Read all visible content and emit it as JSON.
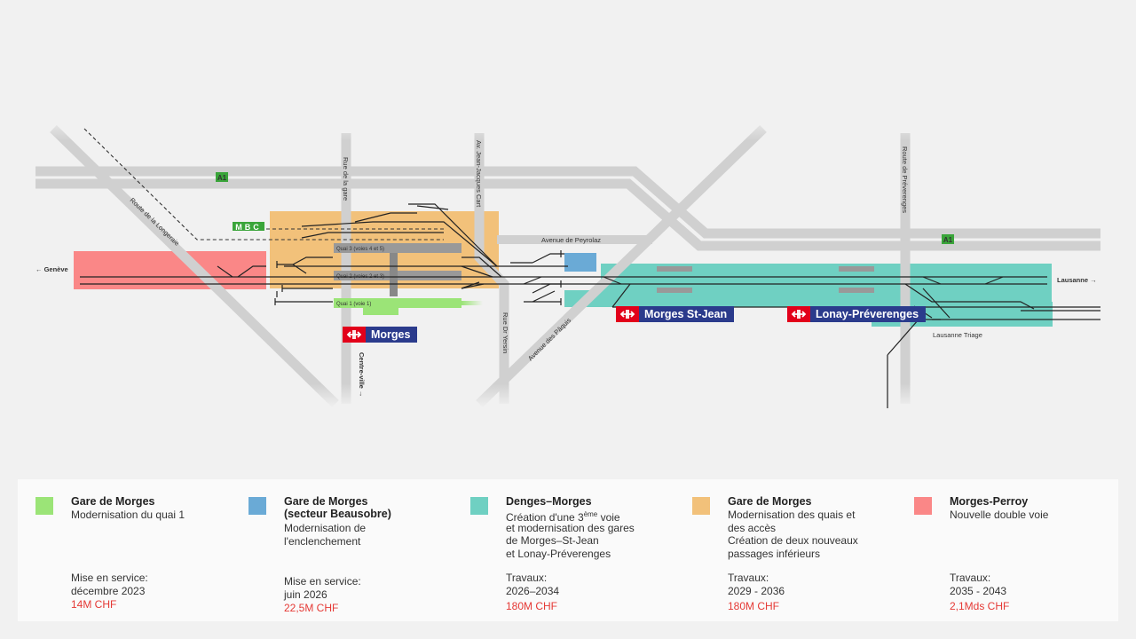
{
  "map": {
    "roads": {
      "a1_left": "A1",
      "a1_right": "A1",
      "rue_de_la_gare": "Rue de la gare",
      "av_jean_jacques_cart": "Av. Jean-Jacques Cart",
      "route_de_preverenges": "Route de Préverenges",
      "route_de_la_longeraie": "Route de la Longeraie",
      "avenue_de_peyrolaz": "Avenue de Peyrolaz",
      "rue_dr_yersin": "Rue Dr Yersin",
      "avenue_des_paquis": "Avenue des Pâquis"
    },
    "directions": {
      "geneve": "← Genève",
      "lausanne": "Lausanne →",
      "centre_ville": "Centre-ville →"
    },
    "mbc_logo": "MBC",
    "platforms": {
      "quai3": "Quai 3 (voies 4 et 5)",
      "quai2": "Quai 2 (voies 2 et 3)",
      "quai1": "Quai 1 (voie 1)"
    },
    "lausanne_triage": "Lausanne Triage",
    "stations": {
      "morges": "Morges",
      "morges_st_jean": "Morges St-Jean",
      "lonay_preverenges": "Lonay-Préverenges"
    }
  },
  "colors": {
    "green": "#9be477",
    "blue": "#6aaad6",
    "teal": "#6fd0c2",
    "orange": "#f2c17a",
    "red": "#fa8787",
    "cost": "#e53935",
    "sbb_red": "#e2001a",
    "sbb_blue": "#2b3b8c"
  },
  "legend": [
    {
      "color": "#9be477",
      "title": "Gare de Morges",
      "desc": "Modernisation du quai 1",
      "status": "Mise en service:\ndécembre 2023",
      "cost": "14M CHF"
    },
    {
      "color": "#6aaad6",
      "title": "Gare de Morges\n(secteur Beausobre)",
      "desc": "Modernisation de\nl'enclenchement",
      "status": "Mise en service:\njuin 2026",
      "cost": "22,5M CHF"
    },
    {
      "color": "#6fd0c2",
      "title": "Denges–Morges",
      "desc_line1_a": "Création d'une 3",
      "desc_line1_sup": "ème",
      "desc_line1_b": " voie",
      "desc_rest": "et modernisation des gares\nde Morges–St-Jean\net Lonay-Préverenges",
      "status": "Travaux:\n2026–2034",
      "cost": "180M CHF"
    },
    {
      "color": "#f2c17a",
      "title": "Gare de Morges",
      "desc": "Modernisation des quais et\ndes accès\nCréation de deux nouveaux\npassages inférieurs",
      "status": "Travaux:\n2029 -  2036",
      "cost": "180M CHF"
    },
    {
      "color": "#fa8787",
      "title": "Morges-Perroy",
      "desc": "Nouvelle double voie",
      "status": "Travaux:\n2035 - 2043",
      "cost": "2,1Mds CHF"
    }
  ]
}
